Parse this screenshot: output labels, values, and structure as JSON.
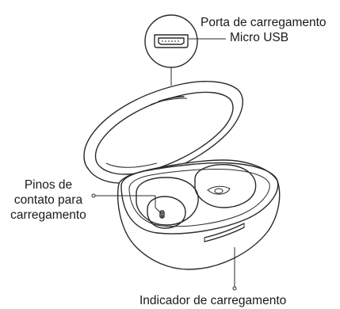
{
  "labels": {
    "charging_port_line1": "Porta de carregamento",
    "charging_port_line2": "Micro USB",
    "pins_line1": "Pinos de",
    "pins_line2": "contato para",
    "pins_line3": "carregamento",
    "indicator": "Indicador de carregamento"
  }
}
